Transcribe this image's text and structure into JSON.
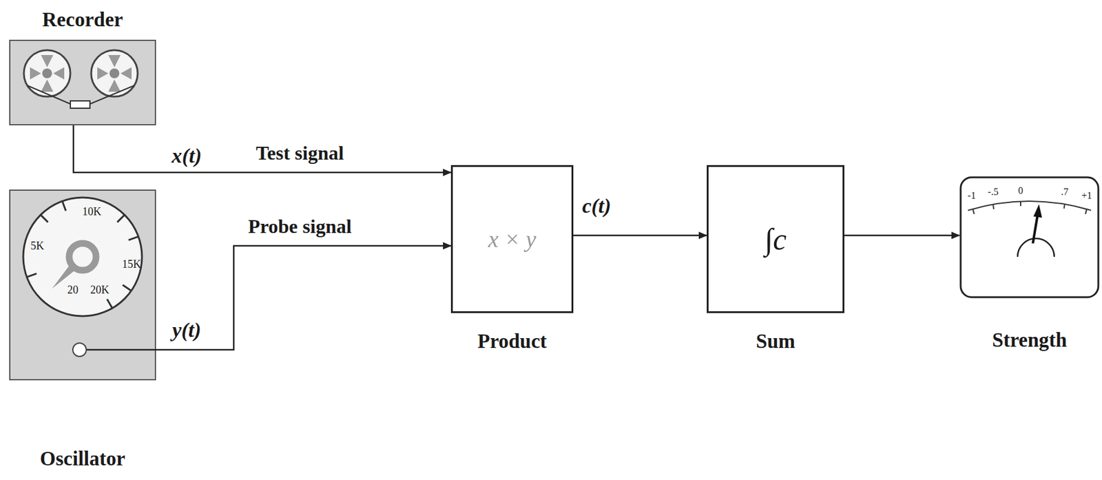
{
  "diagram": {
    "nodes": [
      {
        "text": [
          "Recorder"
        ]
      },
      {
        "text": [
          "Oscillator"
        ]
      },
      {
        "text": [
          "x × y",
          "Product"
        ]
      },
      {
        "text": [
          "∫c",
          "Sum"
        ]
      },
      {
        "text": [
          "Strength"
        ]
      }
    ],
    "edges": [
      {
        "from": 0,
        "to": 2,
        "arrow": "to",
        "label": "Test signal"
      },
      {
        "from": 1,
        "to": 2,
        "arrow": "to",
        "label": "Probe signal"
      },
      {
        "from": 2,
        "to": 3,
        "arrow": "to",
        "label": "c(t)"
      },
      {
        "from": 3,
        "to": 4,
        "arrow": "to"
      }
    ],
    "labels": [
      "x(t)",
      "y(t)",
      "5K",
      "10K",
      "15K",
      "20",
      "20K",
      "-1",
      "-.5",
      "0",
      ".7",
      "+1"
    ]
  }
}
